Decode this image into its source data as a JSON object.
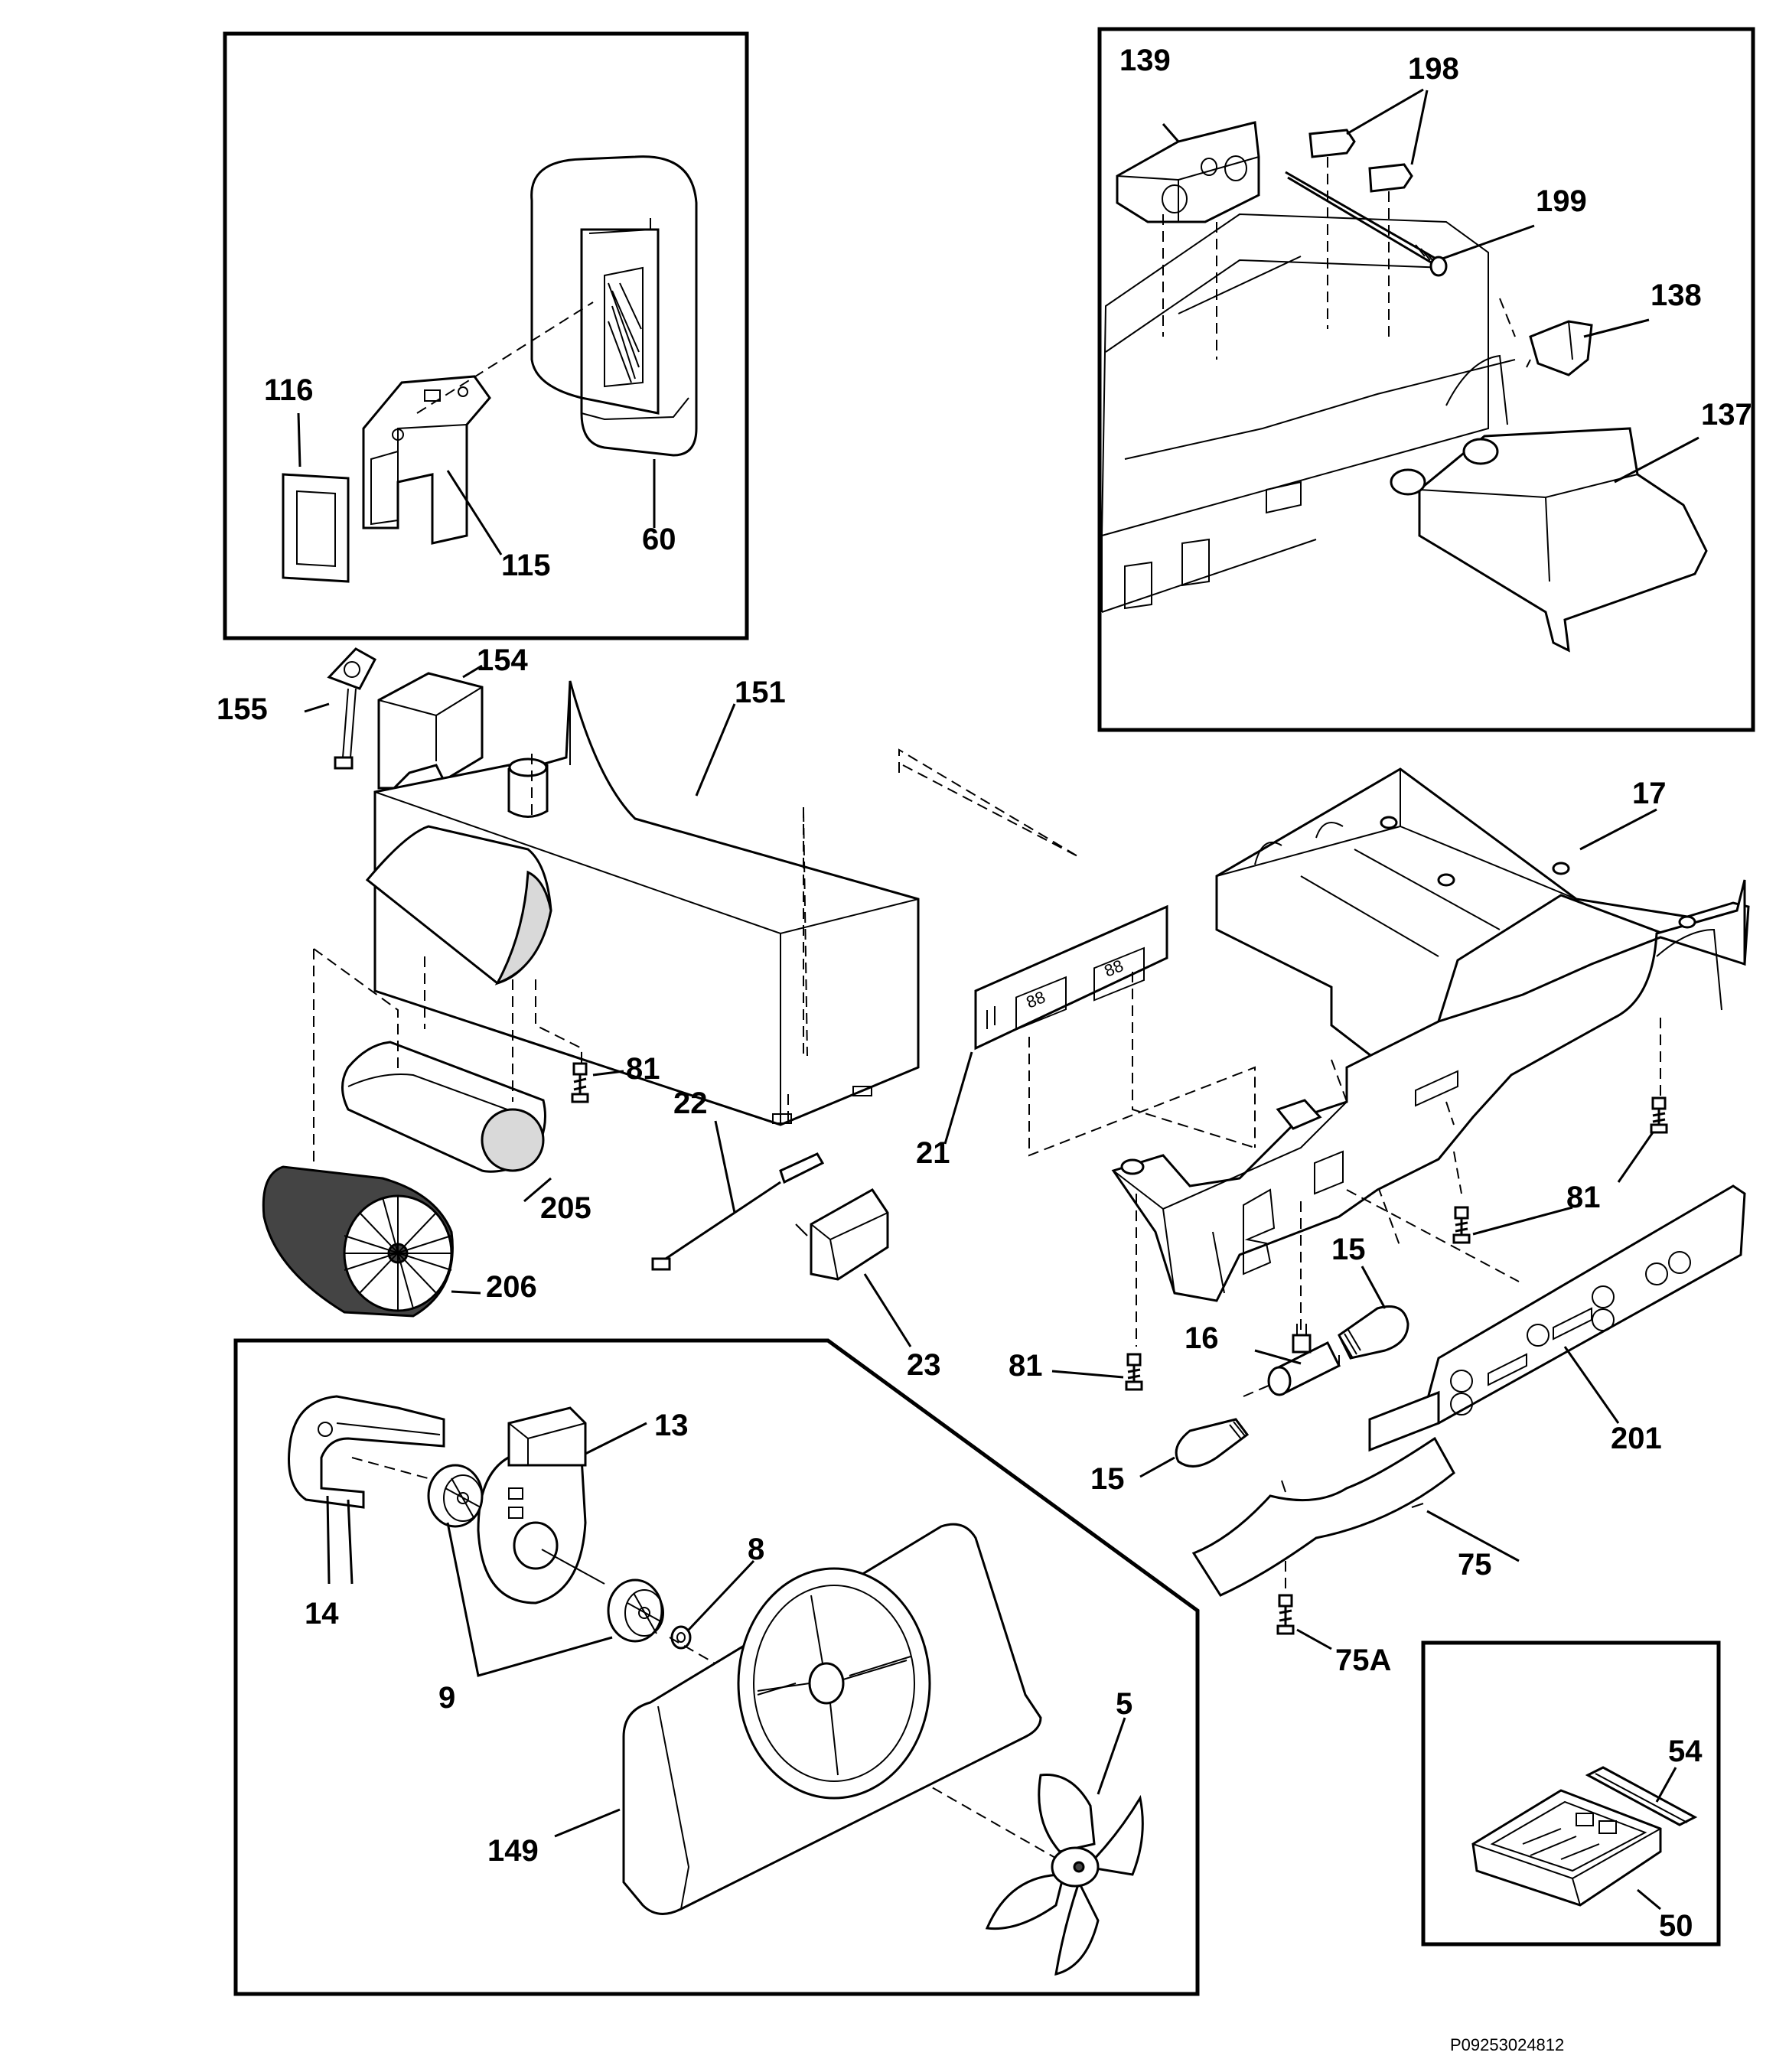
{
  "callouts": {
    "c139": "139",
    "c198": "198",
    "c199": "199",
    "c138": "138",
    "c137": "137",
    "c116": "116",
    "c115": "115",
    "c60": "60",
    "c155": "155",
    "c154": "154",
    "c151": "151",
    "c17": "17",
    "c81a": "81",
    "c81b": "81",
    "c81c": "81",
    "c81d": "81",
    "c22": "22",
    "c21": "21",
    "c205": "205",
    "c206": "206",
    "c23": "23",
    "c15a": "15",
    "c15b": "15",
    "c16": "16",
    "c201": "201",
    "c13": "13",
    "c14": "14",
    "c8": "8",
    "c9": "9",
    "c5": "5",
    "c149": "149",
    "c75": "75",
    "c75a": "75A",
    "c54": "54",
    "c50": "50"
  },
  "displays": {
    "digits": "88"
  },
  "diagram_code": "P09253024812"
}
